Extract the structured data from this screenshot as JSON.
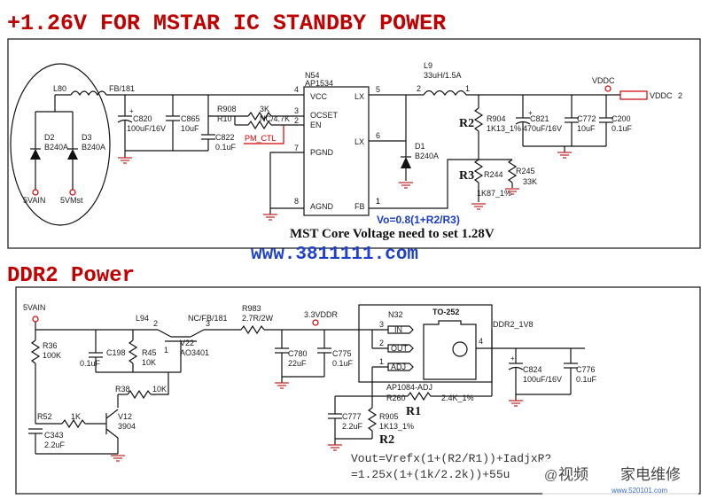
{
  "section1": {
    "title": "+1.26V FOR MSTAR IC STANDBY POWER",
    "ic": {
      "ref": "N54",
      "part": "AP1534",
      "pins": {
        "vcc": "VCC",
        "ocset": "OCSET",
        "en": "EN",
        "pgnd": "PGND",
        "agnd": "AGND",
        "lx1": "LX",
        "lx2": "LX",
        "fb": "FB"
      },
      "pin_numbers": {
        "vcc": "4",
        "ocset": "3",
        "en": "2",
        "pgnd": "7",
        "agnd": "8",
        "lx1": "5",
        "lx2": "6",
        "fb": "1"
      }
    },
    "l80": "L80",
    "l80_val": "FB/181",
    "d2": "D2",
    "d2_val": "B240A",
    "d3": "D3",
    "d3_val": "B240A",
    "in1": "5VAIN",
    "in2": "5VMst",
    "c820": "C820",
    "c820_val": "100uF/16V",
    "c865": "C865",
    "c865_val": "10uF",
    "r908": "R908",
    "r908_val": "3K",
    "r10": "R10",
    "r10_val": "NC/4.7K",
    "c822": "C822",
    "c822_val": "0.1uF",
    "pm_ctl": "PM_CTL",
    "l9": "L9",
    "l9_val": "33uH/1.5A",
    "l9_pin2": "2",
    "l9_pin1": "1",
    "d1": "D1",
    "d1_val": "B240A",
    "r2_label": "R2",
    "r904": "R904",
    "r904_val": "1K13_1%",
    "r3_label": "R3",
    "r244": "R244",
    "r244_val": "1K87_1%",
    "r245": "R245",
    "r245_val": "33K",
    "c821": "C821",
    "c821_val": "470uF/16V",
    "c772": "C772",
    "c772_val": "10uF",
    "c200": "C200",
    "c200_val": "0.1uF",
    "vddc": "VDDC",
    "vddc_conn": "VDDC",
    "vddc_pin": "2",
    "fb_pin1": "1",
    "formula": "Vo=0.8(1+R2/R3)",
    "note": "MST Core Voltage need to set 1.28V"
  },
  "watermark_url": "www.3811111.com",
  "section2": {
    "title": "DDR2 Power",
    "in": "5VAIN",
    "r36": "R36",
    "r36_val": "100K",
    "l94": "L94",
    "l94_val": "NC/FB/181",
    "v22": "V22",
    "v22_val": "AO3401",
    "v22_pin2": "2",
    "v22_pin3": "3",
    "v22_pin1": "1",
    "c198": "C198",
    "c198_val": "0.1uF",
    "r45": "R45",
    "r45_val": "10K",
    "r38": "R38",
    "r38_val": "10K",
    "r52": "R52",
    "r52_val": "1K",
    "v12": "V12",
    "v12_val": "3904",
    "c343": "C343",
    "c343_val": "2.2uF",
    "r983": "R983",
    "r983_val": "2.7R/2W",
    "net_33": "3.3VDDR",
    "c780": "C780",
    "c780_val": "22uF",
    "c775": "C775",
    "c775_val": "0.1uF",
    "n32": "N32",
    "pkg": "TO-252",
    "pin_in": "IN",
    "pin_out": "OUT",
    "pin_adj": "ADJ",
    "pin_in_n": "3",
    "pin_out_n": "2",
    "pin_adj_n": "1",
    "pin_tab_n": "4",
    "part": "AP1084-ADJ",
    "r260": "R260",
    "r260_val": "2.4K_1%",
    "r1_label": "R1",
    "c777": "C777",
    "c777_val": "2.2uF",
    "r905": "R905",
    "r905_val": "1K13_1%",
    "r2_label": "R2",
    "net_18": "DDR2_1V8",
    "c824": "C824",
    "c824_val": "100uF/16V",
    "c776": "C776",
    "c776_val": "0.1uF",
    "formula1": "Vout=Vrefx(1+(R2/R1))+IadjxR2",
    "formula2": "=1.25x(1+(1k/2.2k))+55u"
  },
  "brand": "家电维修",
  "brand_prefix": "@",
  "brand_mid": "视频",
  "brand_url": "www.520101.com"
}
